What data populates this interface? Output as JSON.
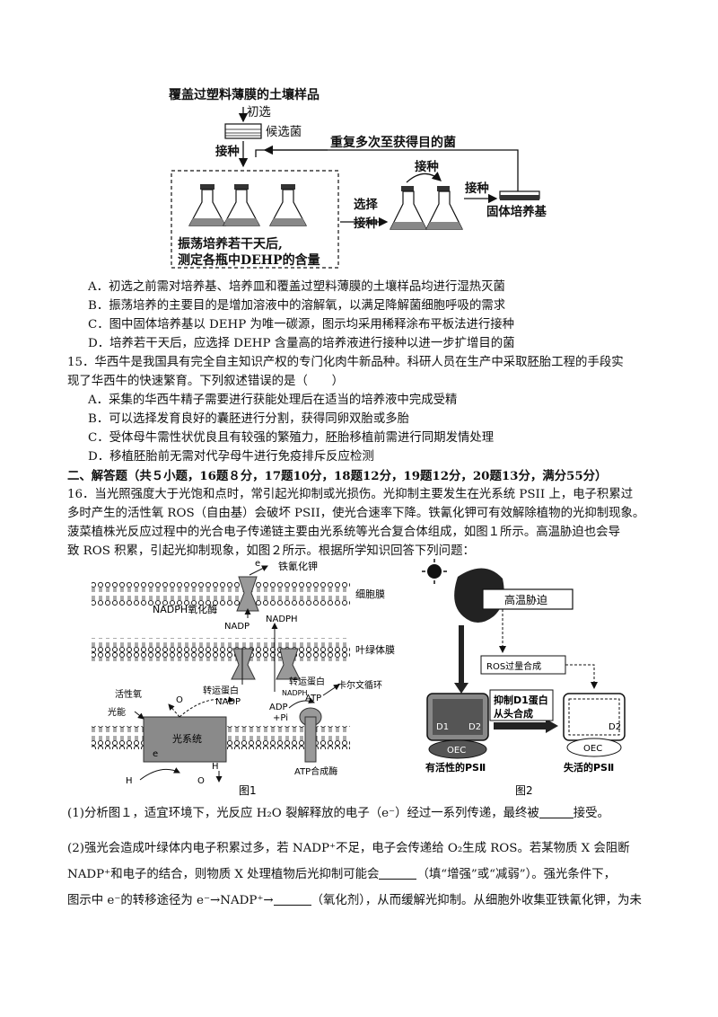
{
  "fig_top": {
    "soil_sample": "覆盖过塑料薄膜的土壤样品",
    "initial_screen": "初选",
    "candidate": "候选菌",
    "inoculate1": "接种",
    "repeat": "重复多次至获得目的菌",
    "inoculate2": "接种",
    "inoculate3": "接种",
    "select": "选择",
    "inoculate4": "接种",
    "solid_medium": "固体培养基",
    "shake_line1": "振荡培养若干天后,",
    "shake_line2": "测定各瓶中DEHP的含量"
  },
  "q14_options": [
    "A．初选之前需对培养基、培养皿和覆盖过塑料薄膜的土壤样品均进行湿热灭菌",
    "B．振荡培养的主要目的是增加溶液中的溶解氧，以满足降解菌细胞呼吸的需求",
    "C．图中固体培养基以 DEHP 为唯一碳源，图示均采用稀释涂布平板法进行接种",
    "D．培养若干天后，应选择 DEHP 含量高的培养液进行接种以进一步扩增目的菌"
  ],
  "q15": {
    "line1": "15．华西牛是我国具有完全自主知识产权的专门化肉牛新品种。科研人员在生产中采取胚胎工程的手段实",
    "line2": "现了华西牛的快速繁育。下列叙述错误的是（　　）",
    "options": [
      "A．采集的华西牛精子需要进行获能处理后在适当的培养液中完成受精",
      "B．可以选择发育良好的囊胚进行分割，获得同卵双胎或多胎",
      "C．受体母牛需性状优良且有较强的繁殖力，胚胎移植前需进行同期发情处理",
      "D．移植胚胎前无需对代孕母牛进行免疫排斥反应检测"
    ]
  },
  "section2": "二、解答题（共５小题，16题８分，17题10分，18题12分，19题12分，20题13分，满分55分）",
  "q16": {
    "line1": "16．当光照强度大于光饱和点时，常引起光抑制或光损伤。光抑制主要发生在光系统 PSII 上，电子积累过",
    "line2": "多时产生的活性氧 ROS（自由基）会破坏 PSII，使光合速率下降。铁氰化钾可有效解除植物的光抑制现象。",
    "line3": "菠菜植株光反应过程中的光合电子传递链主要由光系统等光合复合体组成，如图１所示。高温胁迫也会导",
    "line4": "致 ROS 积累，引起光抑制现象，如图２所示。根据所学知识回答下列问题："
  },
  "fig1": {
    "e_label": "e",
    "ferricyanide": "铁氰化钾",
    "cell_membrane": "细胞膜",
    "nadph_oxidase": "NADPH氧化酶",
    "nadp_plus": "NADP",
    "nadph": "NADPH",
    "chloroplast_membrane": "叶绿体膜",
    "transporter_left": "转运蛋白",
    "transporter_right": "转运蛋白",
    "nadph_small": "NADPH",
    "ros": "活性氧",
    "o2": "O",
    "nadp_plus2": "NADP",
    "calvin": "卡尔文循环",
    "atp": "ATP",
    "adp": "ADP",
    "pi": "+Pi",
    "light_energy": "光能",
    "photosystem": "光系统",
    "e_minus": "e",
    "h_plus": "H",
    "h2o": "H",
    "o2_bottom": "O",
    "atp_synthase": "ATP合成酶",
    "caption": "图1"
  },
  "fig2": {
    "heat_stress": "高温胁迫",
    "ros_overproduction": "ROS过量合成",
    "inhibit_line1": "抑制D1蛋白",
    "inhibit_line2": "从头合成",
    "d1": "D1",
    "d2": "D2",
    "oec": "OEC",
    "active_ps": "有活性的PSⅡ",
    "inactive_ps": "失活的PSⅡ",
    "caption": "图2"
  },
  "q16_1": {
    "text": "(1)分析图１，适宜环境下，光反应 H₂O 裂解释放的电子（e⁻）经过一系列传递，最终被",
    "end": "接受。"
  },
  "q16_2": {
    "line1": "(2)强光会造成叶绿体内电子积累过多，若 NADP⁺不足，电子会传递给 O₂生成 ROS。若某物质 X 会阻断",
    "line2a": "NADP⁺和电子的结合，则物质 X 处理植物后光抑制可能会",
    "line2b": "（填“增强”或“减弱”）。强光条件下，",
    "line3a": "图示中 e⁻的转移途径为 e⁻→NADP⁺→",
    "line3b": "（氧化剂），从而缓解光抑制。从细胞外收集亚铁氰化钾，为未"
  },
  "colors": {
    "text": "#111111",
    "box_fill": "#8a8a8a",
    "dark_arrow": "#222222"
  }
}
